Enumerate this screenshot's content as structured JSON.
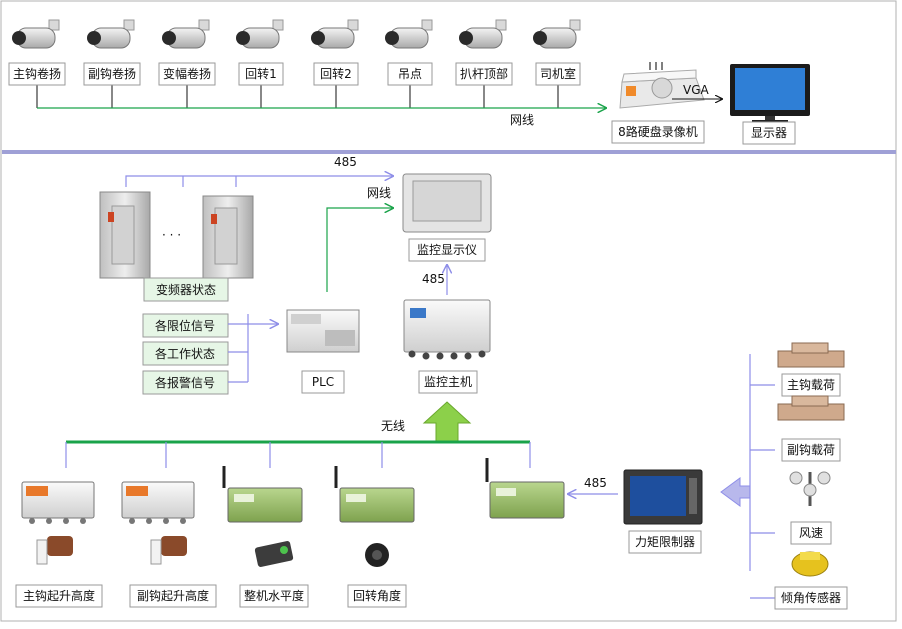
{
  "cameras": [
    "主钩卷扬",
    "副钩卷扬",
    "变幅卷扬",
    "回转1",
    "回转2",
    "吊点",
    "扒杆顶部",
    "司机室"
  ],
  "top": {
    "network_label": "网线",
    "vga_label": "VGA",
    "dvr_label": "8路硬盘录像机",
    "display_label": "显示器"
  },
  "middle": {
    "bus485_label": "485",
    "net_label": "网线",
    "monitor_display_label": "监控显示仪",
    "label_485_vertical": "485",
    "vfd_status_label": "变频器状态",
    "ellipsis": "· · ·",
    "plc_inputs": [
      "各限位信号",
      "各工作状态",
      "各报警信号"
    ],
    "plc_label": "PLC",
    "monitor_host_label": "监控主机"
  },
  "wireless": {
    "label": "无线",
    "modules": [
      "主钩起升高度",
      "副钩起升高度",
      "整机水平度",
      "回转角度"
    ]
  },
  "right": {
    "label_485": "485",
    "torque_limiter_label": "力矩限制器",
    "sensors": [
      "主钩载荷",
      "副钩载荷",
      "风速",
      "倾角传感器"
    ]
  },
  "colors": {
    "green_line": "#1aa34a",
    "blue_line": "#8e8ee8",
    "divider": "#9fa0d6",
    "big_arrow_fill": "#8cd04a",
    "right_arrow_fill": "#b8b8ec"
  }
}
